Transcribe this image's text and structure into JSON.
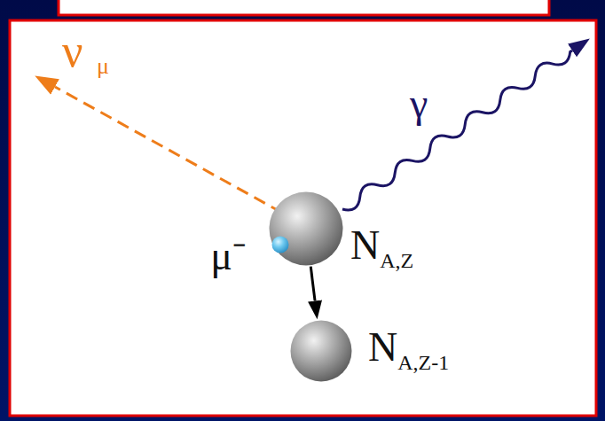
{
  "diagram": {
    "nodes": [
      {
        "text": [
          "N",
          "A,Z"
        ]
      },
      {
        "text": [
          "N",
          "A,Z-1"
        ]
      },
      {
        "text": [
          "μ⁻"
        ]
      }
    ],
    "edges": [
      {
        "from": 0,
        "to": 1,
        "arrow": "to"
      }
    ],
    "labels": [
      "ν",
      "μ",
      "γ"
    ]
  }
}
